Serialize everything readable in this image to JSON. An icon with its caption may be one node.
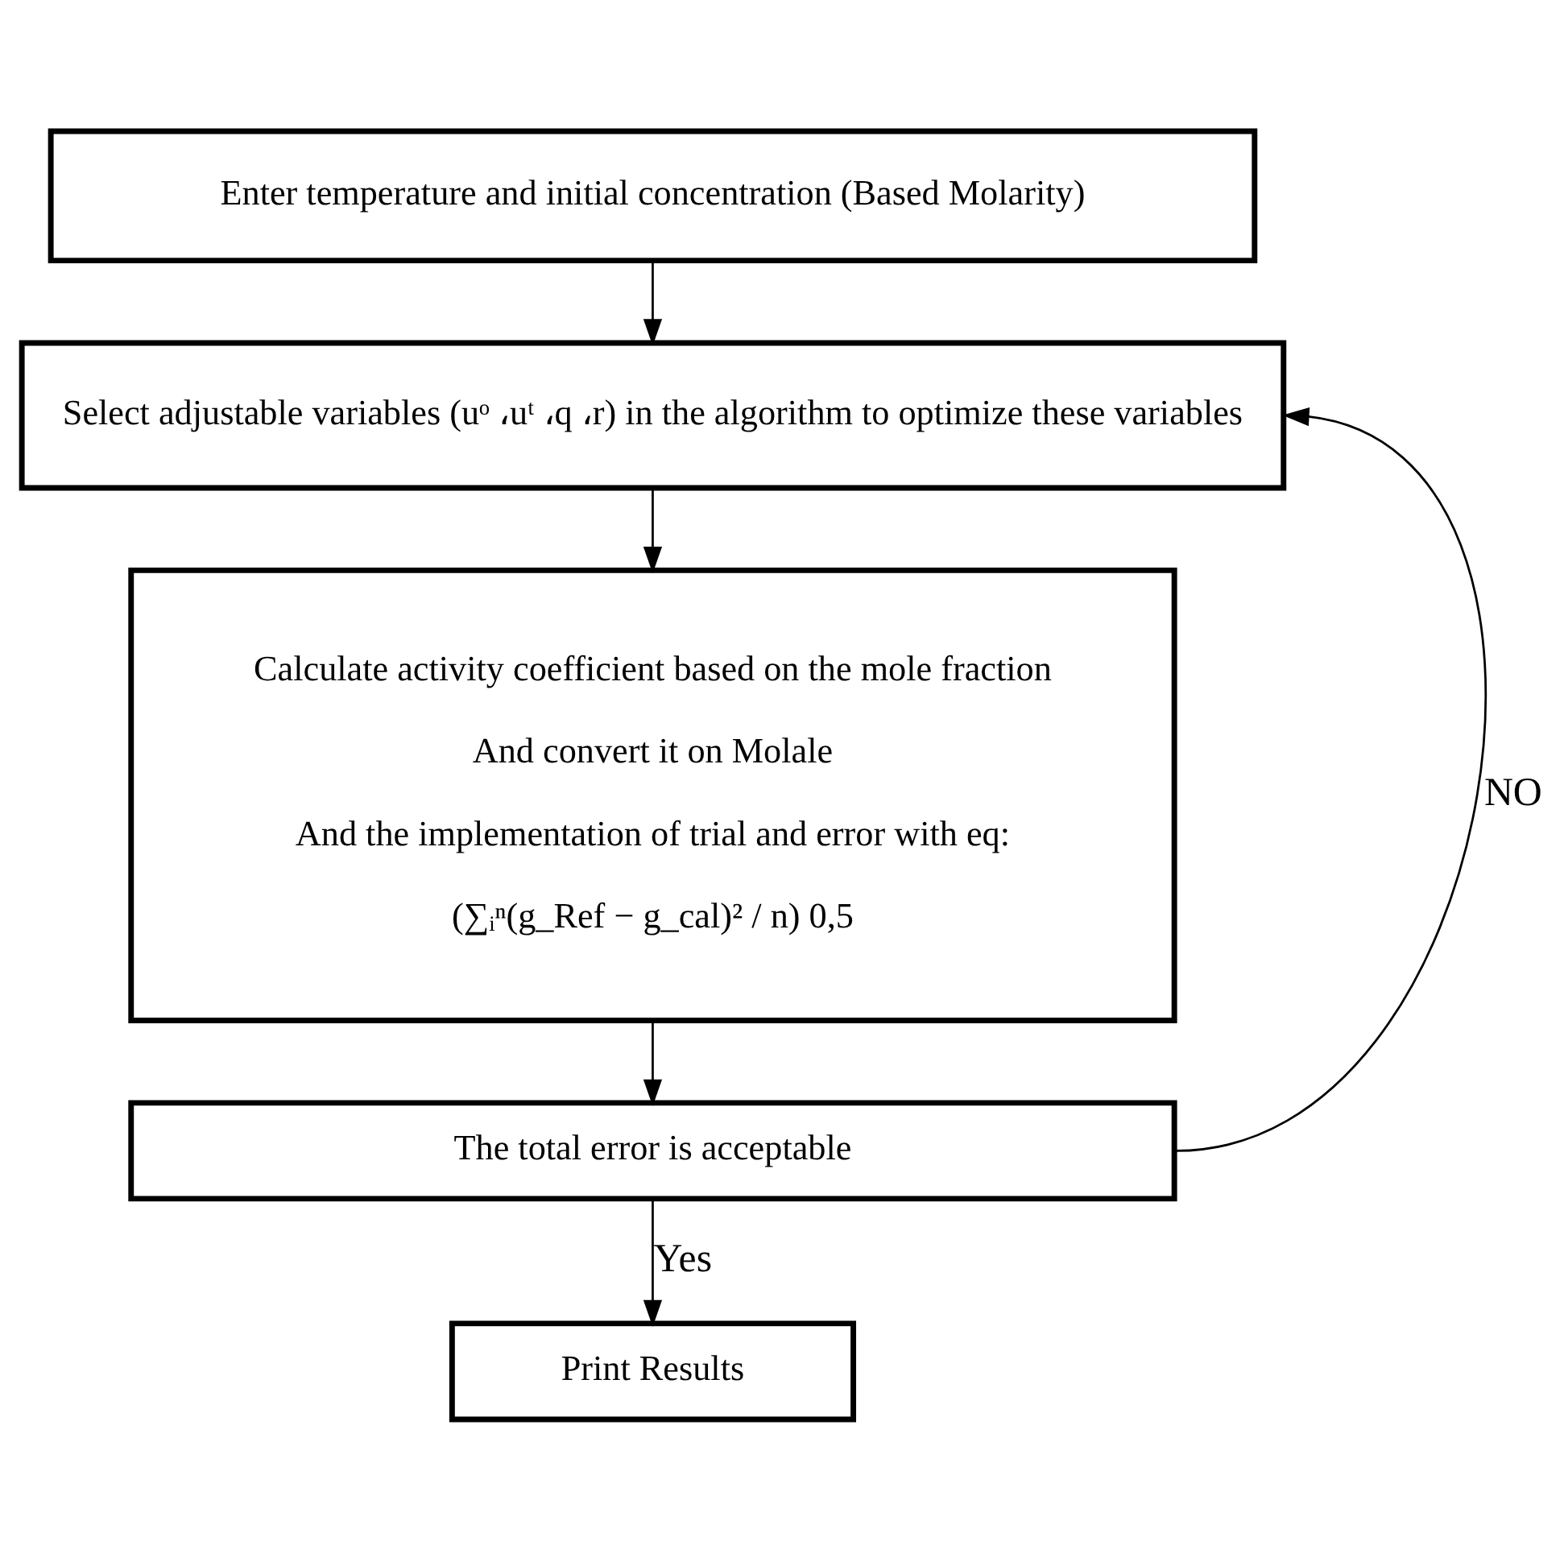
{
  "diagram": {
    "nodes": [
      {
        "text": [
          "Enter temperature and initial concentration (Based Molarity)"
        ]
      },
      {
        "text": [
          "Select adjustable variables (uᵒ ،uᵗ ،q ،r) in the algorithm to optimize these variables"
        ]
      },
      {
        "text": [
          "Calculate activity coefficient based on the mole fraction",
          "And convert it on Molale",
          "And the implementation of trial and error with eq:",
          "(∑ᵢⁿ(g_Ref − g_cal)² / n) 0,5"
        ]
      },
      {
        "text": [
          "The total error is acceptable"
        ]
      },
      {
        "text": [
          "Print Results"
        ]
      }
    ],
    "edges": [
      {
        "from": 0,
        "to": 1,
        "arrow": "to"
      },
      {
        "from": 1,
        "to": 2,
        "arrow": "to"
      },
      {
        "from": 2,
        "to": 3,
        "arrow": "to"
      },
      {
        "from": 3,
        "to": 4,
        "arrow": "to",
        "label": "Yes"
      },
      {
        "from": 3,
        "to": 1,
        "arrow": "to",
        "label": "NO"
      }
    ]
  }
}
